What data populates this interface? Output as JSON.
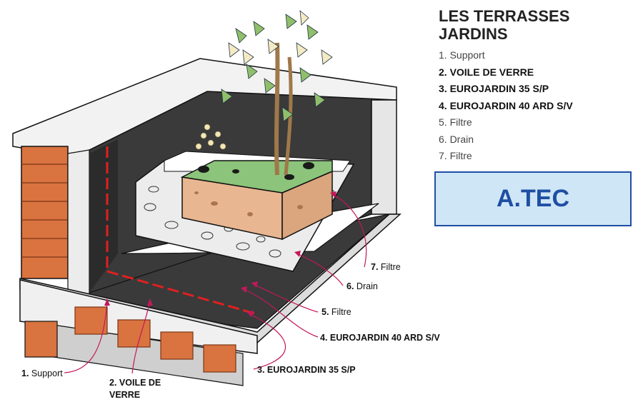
{
  "panel": {
    "title": "LES TERRASSES JARDINS",
    "legend": [
      {
        "text": "1. Support",
        "bold": false
      },
      {
        "text": "2. VOILE DE VERRE",
        "bold": true
      },
      {
        "text": "3. EUROJARDIN 35 S/P",
        "bold": true
      },
      {
        "text": "4. EUROJARDIN 40 ARD S/V",
        "bold": true
      },
      {
        "text": "5. Filtre",
        "bold": false
      },
      {
        "text": "6. Drain",
        "bold": false
      },
      {
        "text": "7. Filtre",
        "bold": false
      }
    ]
  },
  "brand": {
    "name": "A.TEC",
    "color": "#1f4fa3",
    "background": "#cfe6f7"
  },
  "callouts": {
    "c1": {
      "num": "1.",
      "text": "Support"
    },
    "c2": {
      "num": "2.",
      "line1": "VOILE DE",
      "line2": "VERRE"
    },
    "c3": {
      "num": "3.",
      "text": "EUROJARDIN 35 S/P"
    },
    "c4": {
      "num": "4.",
      "text": "EUROJARDIN 40 ARD S/V"
    },
    "c5": {
      "num": "5.",
      "text": "Filtre"
    },
    "c6": {
      "num": "6.",
      "text": "Drain"
    },
    "c7": {
      "num": "7.",
      "text": "Filtre"
    }
  },
  "colors": {
    "membrane": "#3a3a3a",
    "membrane_red_stripe": "#e02020",
    "brick": "#d9733f",
    "soil": "#e8b690",
    "grass": "#8bc47a",
    "leader": "#c2185b",
    "filter": "#ffffff",
    "gravel": "#e9e9e9"
  }
}
